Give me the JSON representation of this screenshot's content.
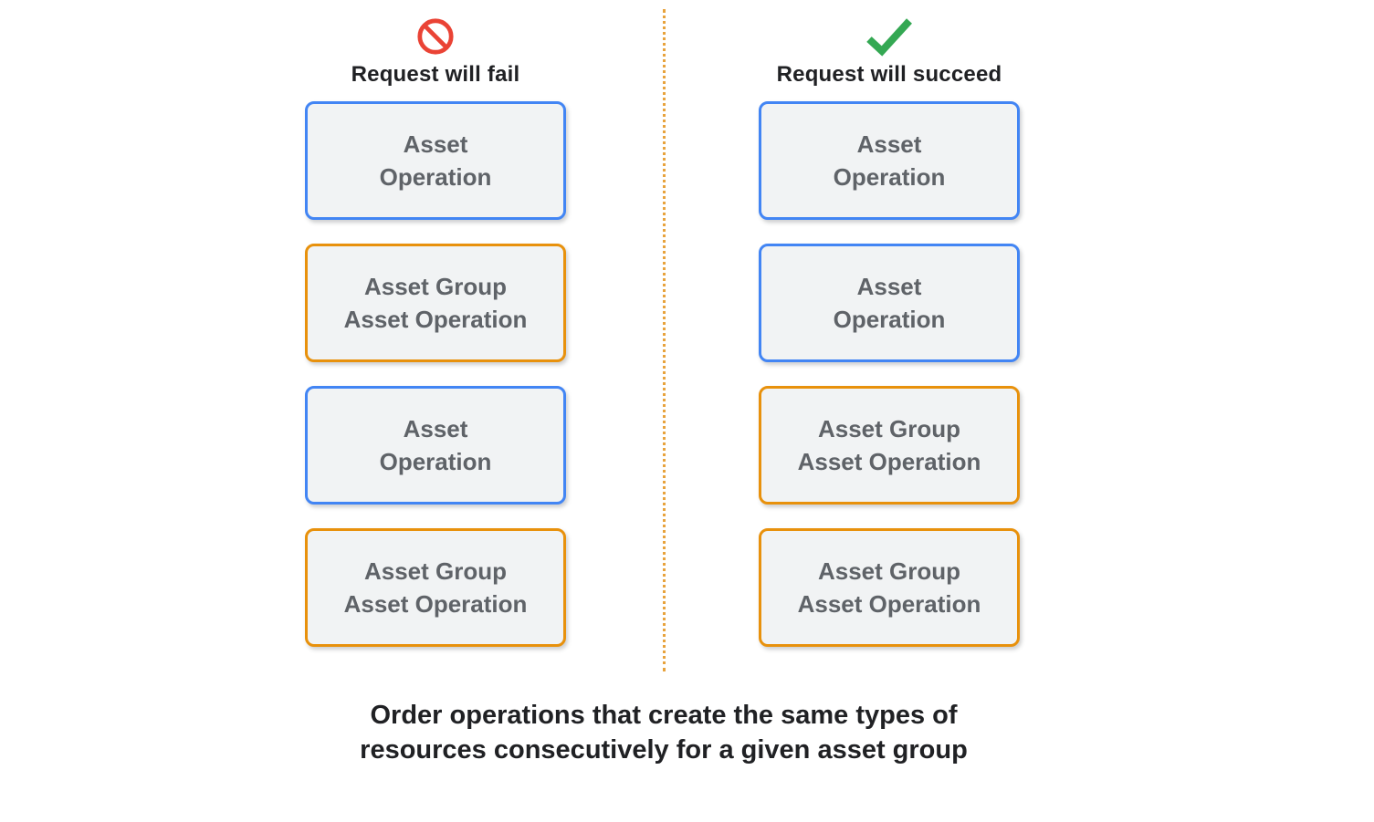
{
  "columns": [
    {
      "title": "Request will fail",
      "icon": "prohibition-icon",
      "boxes": [
        {
          "label": "Asset\nOperation",
          "color": "blue"
        },
        {
          "label": "Asset Group\nAsset Operation",
          "color": "orange"
        },
        {
          "label": "Asset\nOperation",
          "color": "blue"
        },
        {
          "label": "Asset Group\nAsset Operation",
          "color": "orange"
        }
      ]
    },
    {
      "title": "Request will succeed",
      "icon": "check-icon",
      "boxes": [
        {
          "label": "Asset\nOperation",
          "color": "blue"
        },
        {
          "label": "Asset\nOperation",
          "color": "blue"
        },
        {
          "label": "Asset Group\nAsset Operation",
          "color": "orange"
        },
        {
          "label": "Asset Group\nAsset Operation",
          "color": "orange"
        }
      ]
    }
  ],
  "caption": "Order operations that create the same types of\nresources consecutively for a given asset group",
  "colors": {
    "blue_border": "#4285F4",
    "orange_border": "#E8910C",
    "fail_icon_red": "#EA4335",
    "check_green": "#34A853",
    "box_fill": "#F1F3F4",
    "box_text": "#5F6368",
    "heading_text": "#202124",
    "separator_orange": "#E8A33D"
  }
}
